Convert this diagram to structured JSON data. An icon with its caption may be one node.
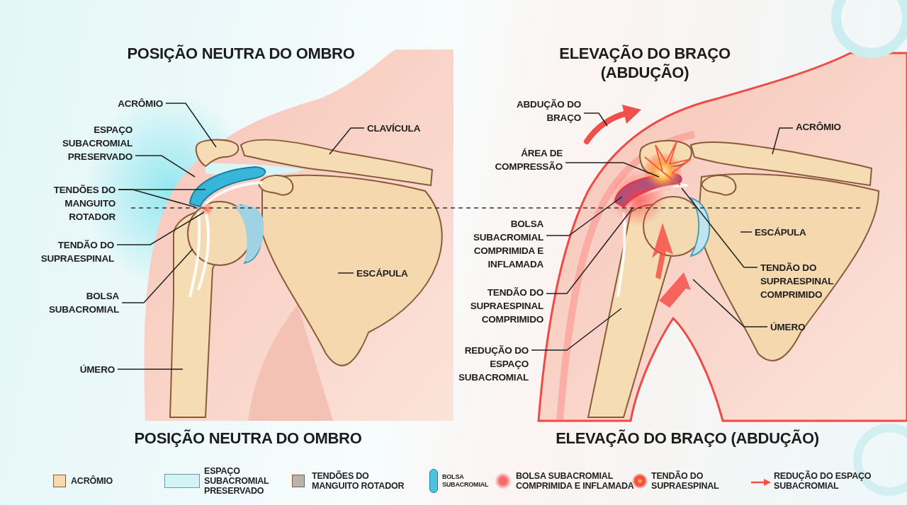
{
  "diagram": {
    "nodes": [
      {
        "text": [
          "ACRÔMIO"
        ]
      },
      {
        "text": [
          "ESPAÇO SUBACROMIAL PRESERVADO"
        ]
      },
      {
        "text": [
          "TENDÕES DO MANGUITO ROTADOR"
        ]
      },
      {
        "text": [
          "CLAVÍCULA"
        ]
      },
      {
        "text": [
          "TENDÃO DO SUPRAESPINAL"
        ]
      },
      {
        "text": [
          "BOLSA SUBACROMIAL"
        ]
      },
      {
        "text": [
          "ESCÁPULA"
        ]
      },
      {
        "text": [
          "ÚMERO"
        ]
      },
      {
        "text": [
          "ABDUÇÃO DO BRAÇO"
        ]
      },
      {
        "text": [
          "ACRÔMIO"
        ]
      },
      {
        "text": [
          "ÁREA DE COMPRESSÃO"
        ]
      },
      {
        "text": [
          "BOLSA SUBACROMIAL COMPRIMIDA E INFLAMADA"
        ]
      },
      {
        "text": [
          "ESCÁPULA"
        ]
      },
      {
        "text": [
          "TENDÃO DO SUPRAESPINAL COMPRIMIDO"
        ]
      },
      {
        "text": [
          "TENDÃO DO SUPRAESPINAL COMPRIMIDO"
        ]
      },
      {
        "text": [
          "ÚMERO"
        ]
      },
      {
        "text": [
          "REDUÇÃO DO ESPAÇO SUBACROMIAL"
        ]
      }
    ],
    "edges": [
      {
        "from": 0,
        "to": null,
        "arrow": "none"
      },
      {
        "from": 1,
        "to": null,
        "arrow": "none"
      },
      {
        "from": 2,
        "to": null,
        "arrow": "none"
      },
      {
        "from": 2,
        "to": null,
        "arrow": "none"
      },
      {
        "from": 3,
        "to": null,
        "arrow": "none"
      },
      {
        "from": 4,
        "to": null,
        "arrow": "none"
      },
      {
        "from": 5,
        "to": null,
        "arrow": "none"
      },
      {
        "from": 6,
        "to": null,
        "arrow": "none"
      },
      {
        "from": 7,
        "to": null,
        "arrow": "none"
      },
      {
        "from": 8,
        "to": null,
        "arrow": "none"
      },
      {
        "from": 9,
        "to": null,
        "arrow": "none"
      },
      {
        "from": 10,
        "to": null,
        "arrow": "none"
      },
      {
        "from": 11,
        "to": null,
        "arrow": "none"
      },
      {
        "from": 12,
        "to": null,
        "arrow": "none"
      },
      {
        "from": 13,
        "to": null,
        "arrow": "none"
      },
      {
        "from": 14,
        "to": null,
        "arrow": "none"
      },
      {
        "from": 15,
        "to": null,
        "arrow": "none"
      },
      {
        "from": 16,
        "to": null,
        "arrow": "none"
      }
    ],
    "labels": [
      "POSIÇÃO NEUTRA DO OMBRO",
      "ELEVAÇÃO DO BRAÇO (ABDUÇÃO)",
      "POSIÇÃO NEUTRA DO OMBRO",
      "ELEVAÇÃO DO BRAÇO (ABDUÇÃO)"
    ],
    "legend": [
      {
        "text": "ACRÔMIO",
        "color": "#f8d9ad"
      },
      {
        "text": "ESPAÇO SUBACROMIAL PRESERVADO",
        "color": "#d2f4f6"
      },
      {
        "text": "TENDÕES DO MANGUITO ROTADOR",
        "color": "#b9b2ae"
      },
      {
        "text": "BOLSA SUBACROMIAL",
        "color": "#4ec3df"
      },
      {
        "text": "BOLSA SUBACROMIAL COMPRIMIDA E INFLAMADA",
        "color": "#f56a6a"
      },
      {
        "text": "TENDÃO DO SUPRAESPINAL",
        "color": "#f5503a"
      },
      {
        "text": "REDUÇÃO DO ESPAÇO SUBACROMIAL"
      }
    ]
  }
}
